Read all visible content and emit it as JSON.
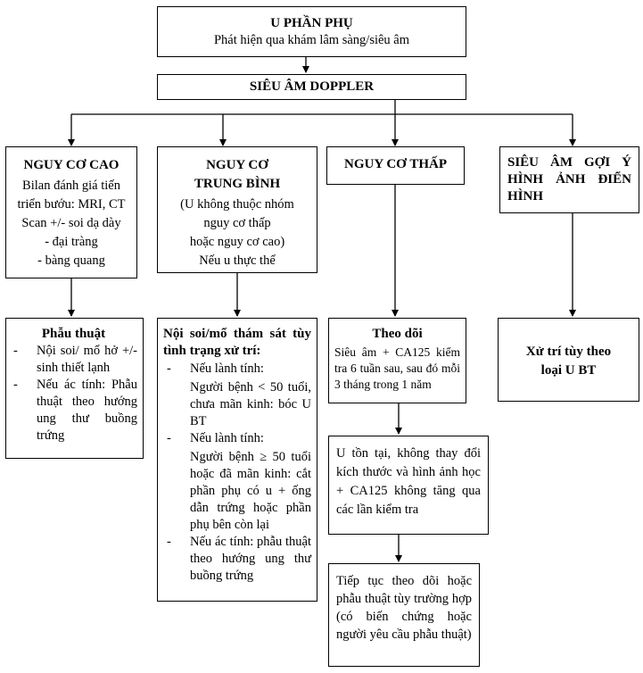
{
  "top": {
    "title": "U PHẦN PHỤ",
    "subtitle": "Phát hiện qua khám lâm sàng/siêu âm"
  },
  "doppler": {
    "title": "SIÊU ÂM DOPPLER"
  },
  "high_risk": {
    "title": "NGUY CƠ CAO",
    "lines": [
      "Bilan đánh giá tiến",
      "triển bướu: MRI, CT",
      "Scan +/- soi dạ dày",
      "- đại tràng",
      "- bàng quang"
    ]
  },
  "mid_risk": {
    "title_1": "NGUY CƠ",
    "title_2": "TRUNG BÌNH",
    "lines": [
      "(U không thuộc nhóm",
      "nguy cơ thấp",
      "hoặc nguy cơ cao)",
      "Nếu u thực thể"
    ]
  },
  "low_risk": {
    "title": "NGUY CƠ THẤP"
  },
  "typical": {
    "title": "SIÊU ÂM GỢI Ý HÌNH ẢNH ĐIỂN HÌNH"
  },
  "surgery": {
    "title": "Phẫu thuật",
    "items": [
      "Nội soi/ mổ hở +/- sinh thiết lạnh",
      "Nếu ác tính: Phẫu thuật theo hướng ung thư buồng trứng"
    ]
  },
  "endoscopy": {
    "title": "Nội soi/mổ thám sát tùy tình trạng xử trí:",
    "item_1": "Nếu lành tính:",
    "item_1_text": "Người bệnh < 50 tuổi, chưa mãn kinh: bóc U BT",
    "item_2": "Nếu lành tính:",
    "item_2_text": "Người bệnh ≥ 50 tuổi hoặc đã mãn kinh: cắt phần phụ có u + ống dẫn trứng hoặc phần phụ bên còn lại",
    "item_3": "Nếu ác tính: phẫu thuật theo hướng ung thư buồng trứng"
  },
  "follow": {
    "title": "Theo dõi",
    "text": "Siêu âm + CA125 kiểm tra 6 tuần sau, sau đó mỗi 3 tháng trong 1 năm"
  },
  "persist": {
    "text": "U tồn tại, không thay đổi kích thước và hình ảnh học + CA125 không tăng qua các lần kiểm tra"
  },
  "continue": {
    "text": "Tiếp tục theo dõi hoặc phẫu thuật tùy trường hợp (có biến chứng hoặc người yêu cầu phẫu thuật)"
  },
  "treat": {
    "line_1": "Xử trí tùy theo",
    "line_2": "loại U BT"
  }
}
